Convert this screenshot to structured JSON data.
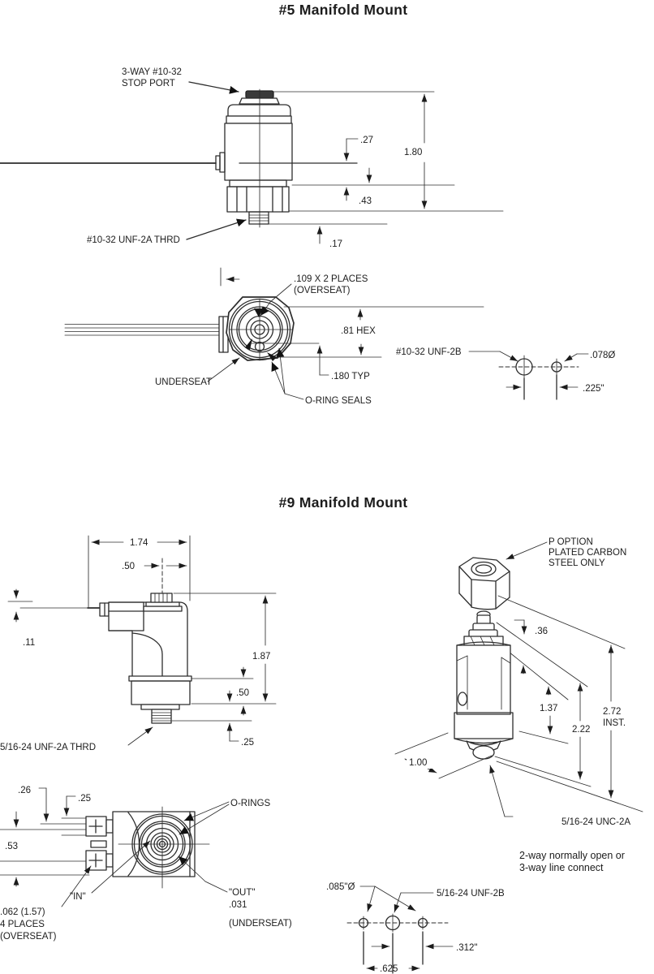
{
  "accent_color": "#29ABE2",
  "ink_color": "#1c1c1c",
  "s5": {
    "title": "#5 Manifold Mount",
    "side": {
      "stop1": "3-WAY #10-32",
      "stop2": "STOP PORT",
      "thread": "#10-32 UNF-2A THRD",
      "d27": ".27",
      "d180": "1.80",
      "d43": ".43",
      "d17": ".17"
    },
    "bottom": {
      "over1": ".109 X 2 PLACES",
      "over2": "(OVERSEAT)",
      "hex": ".81 HEX",
      "typ": ".180 TYP",
      "under": "UNDERSEAT",
      "oring": "O-RING SEALS"
    },
    "ports": {
      "thread": "#10-32 UNF-2B",
      "dia": ".078Ø",
      "pitch": ".225\""
    }
  },
  "s9": {
    "title": "#9 Manifold Mount",
    "side": {
      "d174": "1.74",
      "d50a": ".50",
      "d11": ".11",
      "d187": "1.87",
      "d50b": ".50",
      "d25": ".25",
      "thread": "5/16-24 UNF-2A THRD"
    },
    "iso": {
      "p1": "P OPTION",
      "p2": "PLATED CARBON",
      "p3": "STEEL ONLY",
      "d36": ".36",
      "d137": "1.37",
      "d222": "2.22",
      "d272": "2.72",
      "inst": "INST.",
      "d100": "1.00",
      "thread": "5/16-24 UNC-2A",
      "note1": "2-way normally open or",
      "note2": "3-way line connect"
    },
    "bottom": {
      "d26": ".26",
      "d25": ".25",
      "d53": ".53",
      "orings": "O-RINGS",
      "in": "\"IN\"",
      "out1": "\"OUT\"",
      "out2": ".031",
      "out3": "(UNDERSEAT)",
      "ov1": ".062 (1.57)",
      "ov2": "4 PLACES",
      "ov3": "(OVERSEAT)"
    },
    "ports": {
      "dia": ".085\"Ø",
      "thread": "5/16-24 UNF-2B",
      "d312": ".312\"",
      "d625": ".625"
    }
  }
}
